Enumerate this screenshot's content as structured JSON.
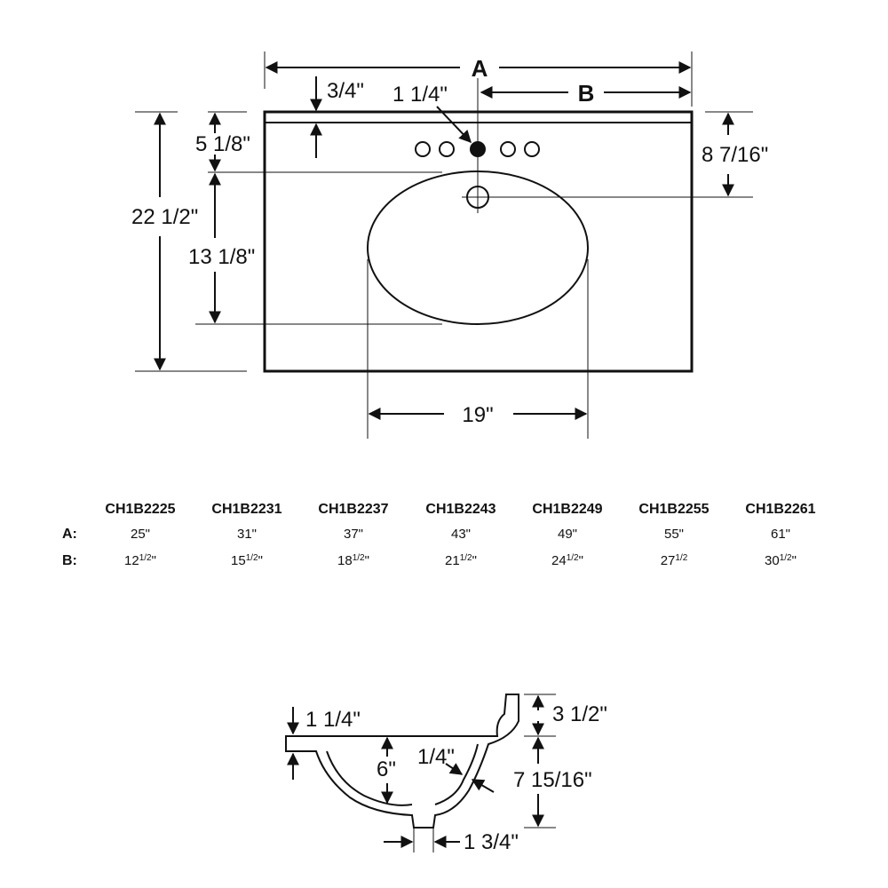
{
  "top_view": {
    "labels": {
      "a": "A",
      "b": "B",
      "backsplash": "3/4\"",
      "faucet_hole": "1 1/4\"",
      "faucet_to_top": "5 1/8\"",
      "top_depth": "22 1/2\"",
      "bowl_depth": "13 1/8\"",
      "drain_from_back": "8 7/16\"",
      "bowl_width": "19\""
    }
  },
  "table": {
    "models": [
      "CH1B2225",
      "CH1B2231",
      "CH1B2237",
      "CH1B2243",
      "CH1B2249",
      "CH1B2255",
      "CH1B2261"
    ],
    "row_a_label": "A:",
    "row_b_label": "B:",
    "a_values": [
      "25\"",
      "31\"",
      "37\"",
      "43\"",
      "49\"",
      "55\"",
      "61\""
    ],
    "b_values": [
      {
        "whole": "12",
        "frac": "1/2",
        "unit": "\""
      },
      {
        "whole": "15",
        "frac": "1/2",
        "unit": "\""
      },
      {
        "whole": "18",
        "frac": "1/2",
        "unit": "\""
      },
      {
        "whole": "21",
        "frac": "1/2",
        "unit": "\""
      },
      {
        "whole": "24",
        "frac": "1/2",
        "unit": "\""
      },
      {
        "whole": "27",
        "frac": "1/2",
        "unit": ""
      },
      {
        "whole": "30",
        "frac": "1/2",
        "unit": "\""
      }
    ]
  },
  "section_view": {
    "labels": {
      "rim": "1 1/4\"",
      "splash_height": "3 1/2\"",
      "bowl_depth": "6\"",
      "wall": "1/4\"",
      "overall_height": "7 15/16\"",
      "drain_offset": "1 3/4\""
    }
  }
}
